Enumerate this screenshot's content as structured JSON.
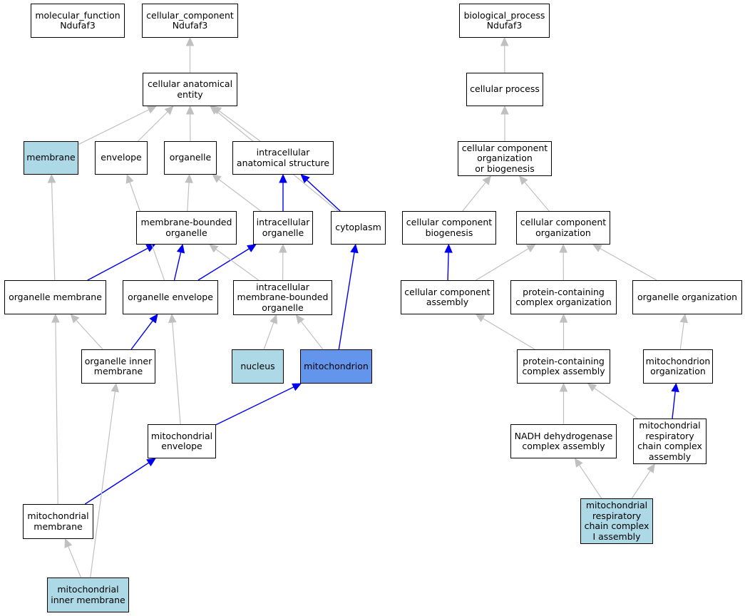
{
  "colors": {
    "node_fill": "#ffffff",
    "annotated_fill": "#add8e6",
    "focus_fill": "#6495ed",
    "is_a_edge": "#c0c0c0",
    "part_of_edge": "#0000ee"
  },
  "nodes": {
    "molecular_function": {
      "lines": [
        "molecular_function",
        "Ndufaf3"
      ],
      "fill": "white"
    },
    "cellular_component": {
      "lines": [
        "cellular_component",
        "Ndufaf3"
      ],
      "fill": "white"
    },
    "biological_process": {
      "lines": [
        "biological_process",
        "Ndufaf3"
      ],
      "fill": "white"
    },
    "cellular_anatomical_entity": {
      "lines": [
        "cellular anatomical",
        "entity"
      ],
      "fill": "white"
    },
    "cellular_process": {
      "lines": [
        "cellular process"
      ],
      "fill": "white"
    },
    "membrane": {
      "lines": [
        "membrane"
      ],
      "fill": "annotated"
    },
    "envelope": {
      "lines": [
        "envelope"
      ],
      "fill": "white"
    },
    "organelle": {
      "lines": [
        "organelle"
      ],
      "fill": "white"
    },
    "intracellular_anatomical_structure": {
      "lines": [
        "intracellular",
        "anatomical structure"
      ],
      "fill": "white"
    },
    "cc_org_or_biogenesis": {
      "lines": [
        "cellular component",
        "organization",
        "or biogenesis"
      ],
      "fill": "white"
    },
    "membrane_bounded_organelle": {
      "lines": [
        "membrane-bounded",
        "organelle"
      ],
      "fill": "white"
    },
    "intracellular_organelle": {
      "lines": [
        "intracellular",
        "organelle"
      ],
      "fill": "white"
    },
    "cytoplasm": {
      "lines": [
        "cytoplasm"
      ],
      "fill": "white"
    },
    "cc_biogenesis": {
      "lines": [
        "cellular component",
        "biogenesis"
      ],
      "fill": "white"
    },
    "cc_organization": {
      "lines": [
        "cellular component",
        "organization"
      ],
      "fill": "white"
    },
    "organelle_membrane": {
      "lines": [
        "organelle membrane"
      ],
      "fill": "white"
    },
    "organelle_envelope": {
      "lines": [
        "organelle envelope"
      ],
      "fill": "white"
    },
    "intracellular_mb_organelle": {
      "lines": [
        "intracellular",
        "membrane-bounded",
        "organelle"
      ],
      "fill": "white"
    },
    "cc_assembly": {
      "lines": [
        "cellular component",
        "assembly"
      ],
      "fill": "white"
    },
    "protein_complex_organization": {
      "lines": [
        "protein-containing",
        "complex organization"
      ],
      "fill": "white"
    },
    "organelle_organization": {
      "lines": [
        "organelle organization"
      ],
      "fill": "white"
    },
    "organelle_inner_membrane": {
      "lines": [
        "organelle inner",
        "membrane"
      ],
      "fill": "white"
    },
    "nucleus": {
      "lines": [
        "nucleus"
      ],
      "fill": "annotated"
    },
    "mitochondrion": {
      "lines": [
        "mitochondrion"
      ],
      "fill": "focus"
    },
    "protein_complex_assembly": {
      "lines": [
        "protein-containing",
        "complex assembly"
      ],
      "fill": "white"
    },
    "mitochondrion_organization": {
      "lines": [
        "mitochondrion",
        "organization"
      ],
      "fill": "white"
    },
    "mitochondrial_envelope": {
      "lines": [
        "mitochondrial",
        "envelope"
      ],
      "fill": "white"
    },
    "nadh_complex_assembly": {
      "lines": [
        "NADH dehydrogenase",
        "complex assembly"
      ],
      "fill": "white"
    },
    "mito_resp_chain_assembly": {
      "lines": [
        "mitochondrial",
        "respiratory",
        "chain complex",
        "assembly"
      ],
      "fill": "white"
    },
    "mitochondrial_membrane": {
      "lines": [
        "mitochondrial",
        "membrane"
      ],
      "fill": "white"
    },
    "mito_resp_chain_I_assembly": {
      "lines": [
        "mitochondrial",
        "respiratory",
        "chain complex",
        "I assembly"
      ],
      "fill": "annotated"
    },
    "mitochondrial_inner_membrane": {
      "lines": [
        "mitochondrial",
        "inner membrane"
      ],
      "fill": "annotated"
    }
  },
  "edges": [
    {
      "from": "cellular_anatomical_entity",
      "to": "cellular_component",
      "type": "is_a"
    },
    {
      "from": "cellular_process",
      "to": "biological_process",
      "type": "is_a"
    },
    {
      "from": "membrane",
      "to": "cellular_anatomical_entity",
      "type": "is_a"
    },
    {
      "from": "envelope",
      "to": "cellular_anatomical_entity",
      "type": "is_a"
    },
    {
      "from": "organelle",
      "to": "cellular_anatomical_entity",
      "type": "is_a"
    },
    {
      "from": "intracellular_anatomical_structure",
      "to": "cellular_anatomical_entity",
      "type": "is_a"
    },
    {
      "from": "cytoplasm",
      "to": "cellular_anatomical_entity",
      "type": "is_a"
    },
    {
      "from": "cc_org_or_biogenesis",
      "to": "cellular_process",
      "type": "is_a"
    },
    {
      "from": "membrane_bounded_organelle",
      "to": "organelle",
      "type": "is_a"
    },
    {
      "from": "intracellular_organelle",
      "to": "organelle",
      "type": "is_a"
    },
    {
      "from": "intracellular_organelle",
      "to": "intracellular_anatomical_structure",
      "type": "part_of"
    },
    {
      "from": "cytoplasm",
      "to": "intracellular_anatomical_structure",
      "type": "part_of"
    },
    {
      "from": "cc_biogenesis",
      "to": "cc_org_or_biogenesis",
      "type": "is_a"
    },
    {
      "from": "cc_organization",
      "to": "cc_org_or_biogenesis",
      "type": "is_a"
    },
    {
      "from": "organelle_membrane",
      "to": "membrane",
      "type": "is_a"
    },
    {
      "from": "organelle_membrane",
      "to": "membrane_bounded_organelle",
      "type": "part_of"
    },
    {
      "from": "organelle_envelope",
      "to": "envelope",
      "type": "is_a"
    },
    {
      "from": "organelle_envelope",
      "to": "membrane_bounded_organelle",
      "type": "part_of"
    },
    {
      "from": "organelle_envelope",
      "to": "intracellular_organelle",
      "type": "part_of"
    },
    {
      "from": "intracellular_mb_organelle",
      "to": "membrane_bounded_organelle",
      "type": "is_a"
    },
    {
      "from": "intracellular_mb_organelle",
      "to": "intracellular_organelle",
      "type": "is_a"
    },
    {
      "from": "cc_assembly",
      "to": "cc_biogenesis",
      "type": "part_of"
    },
    {
      "from": "cc_assembly",
      "to": "cc_organization",
      "type": "is_a"
    },
    {
      "from": "protein_complex_organization",
      "to": "cc_organization",
      "type": "is_a"
    },
    {
      "from": "organelle_organization",
      "to": "cc_organization",
      "type": "is_a"
    },
    {
      "from": "organelle_inner_membrane",
      "to": "organelle_membrane",
      "type": "is_a"
    },
    {
      "from": "organelle_inner_membrane",
      "to": "organelle_envelope",
      "type": "part_of"
    },
    {
      "from": "nucleus",
      "to": "intracellular_mb_organelle",
      "type": "is_a"
    },
    {
      "from": "mitochondrion",
      "to": "intracellular_mb_organelle",
      "type": "is_a"
    },
    {
      "from": "mitochondrion",
      "to": "cytoplasm",
      "type": "part_of"
    },
    {
      "from": "protein_complex_assembly",
      "to": "cc_assembly",
      "type": "is_a"
    },
    {
      "from": "protein_complex_assembly",
      "to": "protein_complex_organization",
      "type": "is_a"
    },
    {
      "from": "mitochondrion_organization",
      "to": "organelle_organization",
      "type": "is_a"
    },
    {
      "from": "mitochondrial_envelope",
      "to": "organelle_envelope",
      "type": "is_a"
    },
    {
      "from": "mitochondrial_envelope",
      "to": "mitochondrion",
      "type": "part_of"
    },
    {
      "from": "nadh_complex_assembly",
      "to": "protein_complex_assembly",
      "type": "is_a"
    },
    {
      "from": "mito_resp_chain_assembly",
      "to": "protein_complex_assembly",
      "type": "is_a"
    },
    {
      "from": "mito_resp_chain_assembly",
      "to": "mitochondrion_organization",
      "type": "part_of"
    },
    {
      "from": "mitochondrial_membrane",
      "to": "organelle_membrane",
      "type": "is_a"
    },
    {
      "from": "mitochondrial_membrane",
      "to": "mitochondrial_envelope",
      "type": "part_of"
    },
    {
      "from": "mito_resp_chain_I_assembly",
      "to": "nadh_complex_assembly",
      "type": "is_a"
    },
    {
      "from": "mito_resp_chain_I_assembly",
      "to": "mito_resp_chain_assembly",
      "type": "is_a"
    },
    {
      "from": "mitochondrial_inner_membrane",
      "to": "mitochondrial_membrane",
      "type": "is_a"
    },
    {
      "from": "mitochondrial_inner_membrane",
      "to": "organelle_inner_membrane",
      "type": "is_a"
    }
  ]
}
